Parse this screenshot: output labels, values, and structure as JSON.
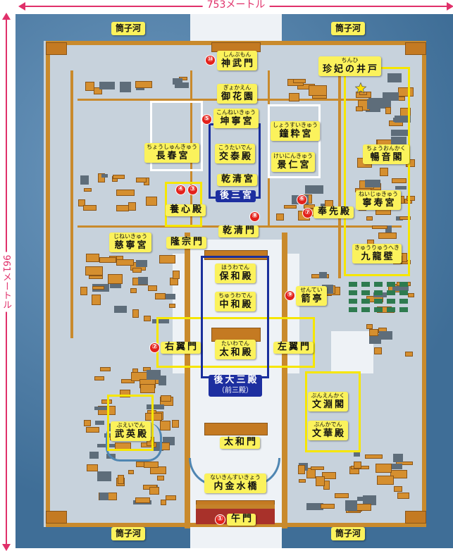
{
  "dimensions": {
    "width_label": "753メートル",
    "height_label": "961メートル"
  },
  "moat_labels": [
    "筒子河",
    "筒子河",
    "筒子河",
    "筒子河"
  ],
  "labels": [
    {
      "num": "⑩",
      "ruby": "しんぶもん",
      "name": "神武門"
    },
    {
      "ruby": "ちんひ",
      "name": "珍妃の井戸"
    },
    {
      "ruby": "ぎょかえん",
      "name": "御花園"
    },
    {
      "num": "⑤",
      "ruby": "こんねいきゅう",
      "name": "坤寧宮"
    },
    {
      "ruby": "こうたいでん",
      "name": "交泰殿"
    },
    {
      "name": "乾清宮"
    },
    {
      "ruby": "ちょうしゅんきゅう",
      "name": "長春宮"
    },
    {
      "ruby": "しょうすいきゅう",
      "name": "鐘粋宮"
    },
    {
      "ruby": "けいにんきゅう",
      "name": "景仁宮"
    },
    {
      "ruby": "ちょうおんかく",
      "name": "暢音閣"
    },
    {
      "ruby": "ねいじゅきゅう",
      "name": "寧寿宮"
    },
    {
      "ruby": "きゅうりゅうへき",
      "name": "九龍壁"
    },
    {
      "name": "養心殿"
    },
    {
      "num": "⑦",
      "name": "奉先殿"
    },
    {
      "name": "乾清門"
    },
    {
      "ruby": "じねいきゅう",
      "name": "慈寧宮"
    },
    {
      "name": "隆宗門"
    },
    {
      "ruby": "ほうわでん",
      "name": "保和殿"
    },
    {
      "ruby": "ちゅうわでん",
      "name": "中和殿"
    },
    {
      "num": "⑨",
      "ruby": "せんてい",
      "name": "箭亭"
    },
    {
      "num": "②",
      "name": "右翼門"
    },
    {
      "ruby": "たいわでん",
      "name": "太和殿"
    },
    {
      "name": "左翼門"
    },
    {
      "ruby": "ぶえいでん",
      "name": "武英殿"
    },
    {
      "ruby": "ぶんえんかく",
      "name": "文淵閣"
    },
    {
      "ruby": "ぶんかでん",
      "name": "文華殿"
    },
    {
      "name": "太和門"
    },
    {
      "ruby": "ないきんすいきょう",
      "name": "内金水橋"
    },
    {
      "num": "①",
      "name": "午門"
    }
  ],
  "groups": [
    {
      "name": "後三宮"
    },
    {
      "name": "後大三殿",
      "sub": "（前三殿）"
    }
  ],
  "extra_markers": [
    "④",
    "③",
    "⑥",
    "⑧"
  ],
  "colors": {
    "moat": "#4d7fa6",
    "label": "#fbf25c",
    "group": "#1d2fa0",
    "marker": "#e3211b",
    "dimension": "#e0306a"
  }
}
